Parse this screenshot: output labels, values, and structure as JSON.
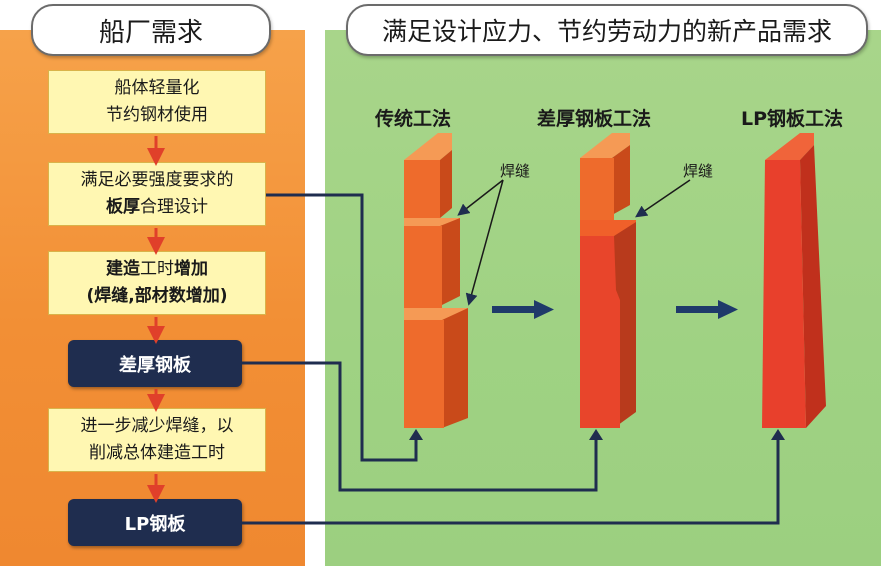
{
  "left_header": "船厂需求",
  "right_header": "满足设计应力、节约劳动力的新产品需求",
  "steps": {
    "s1_line1": "船体轻量化",
    "s1_line2": "节约钢材使用",
    "s2_line1": "满足必要强度要求的",
    "s2_line2_bold": "板厚",
    "s2_line2_rest": "合理设计",
    "s3_line1_a": "建造",
    "s3_line1_b": "工时",
    "s3_line1_c": "增加",
    "s3_line2": "(焊缝,部材数增加)",
    "s4": "差厚钢板",
    "s5_line1": "进一步减少焊缝，以",
    "s5_line2": "削减总体建造工时",
    "s6": "LP钢板"
  },
  "methods": {
    "traditional": "传统工法",
    "differential": "差厚钢板工法",
    "lp": "LP钢板工法"
  },
  "weld_label": "焊缝",
  "colors": {
    "left_bg": "#f29a3e",
    "right_bg": "#a2d485",
    "step_bg": "#fff7b2",
    "dark_box": "#1f2d4f",
    "plate_orange": "#ee6b2c",
    "plate_red": "#e83e2c",
    "connector": "#1f2d4f"
  }
}
